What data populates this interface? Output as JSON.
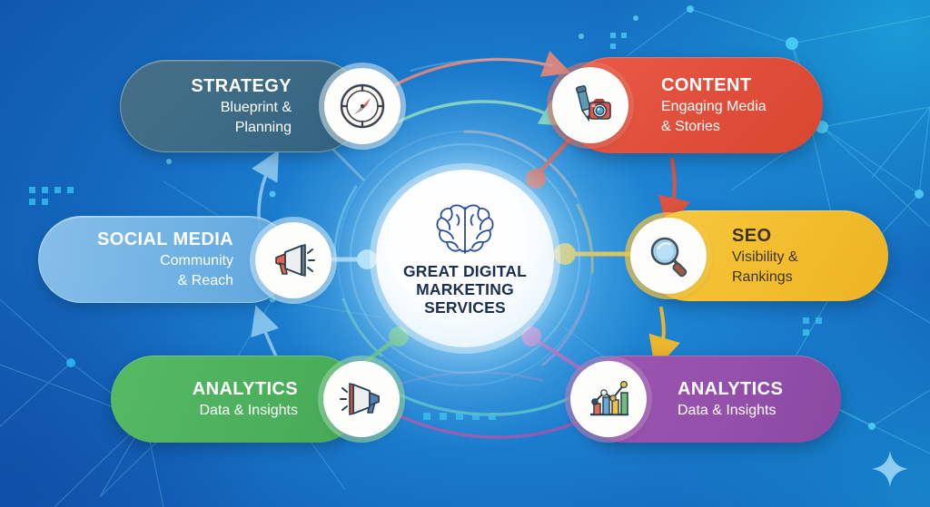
{
  "hub": {
    "title_lines": [
      "GREAT DIGITAL",
      "MARKETING",
      "SERVICES"
    ],
    "title": "GREAT DIGITAL MARKETING SERVICES",
    "icon": "brain-icon",
    "text_color": "#1a2f52"
  },
  "cards": [
    {
      "id": "strategy",
      "title": "STRATEGY",
      "subtitle_lines": [
        "Blueprint &",
        "Planning"
      ],
      "icon": "compass-icon",
      "color": "#3d6b86",
      "text_color": "#ffffff",
      "position": "top-left"
    },
    {
      "id": "content",
      "title": "CONTENT",
      "subtitle_lines": [
        "Engaging Media",
        "& Stories"
      ],
      "icon": "pen-camera-icon",
      "color": "#e04e3b",
      "text_color": "#ffffff",
      "position": "top-right"
    },
    {
      "id": "social-media",
      "title": "SOCIAL MEDIA",
      "subtitle_lines": [
        "Community",
        "& Reach"
      ],
      "icon": "megaphone-icon",
      "color": "#76b6e6",
      "text_color": "#ffffff",
      "position": "middle-left"
    },
    {
      "id": "seo",
      "title": "SEO",
      "subtitle_lines": [
        "Visibility &",
        "Rankings"
      ],
      "icon": "magnifier-icon",
      "color": "#f2bd2e",
      "text_color": "#3c3322",
      "position": "middle-right"
    },
    {
      "id": "analytics-left",
      "title": "ANALYTICS",
      "subtitle_lines": [
        "Data & Insights"
      ],
      "icon": "megaphone-icon",
      "color": "#4db05d",
      "text_color": "#ffffff",
      "position": "bottom-left"
    },
    {
      "id": "analytics-right",
      "title": "ANALYTICS",
      "subtitle_lines": [
        "Data & Insights"
      ],
      "icon": "bar-chart-icon",
      "color": "#9450ab",
      "text_color": "#ffffff",
      "position": "bottom-right"
    }
  ],
  "connector_dots": [
    {
      "name": "content-dot",
      "color": "#e0533f"
    },
    {
      "name": "seo-dot",
      "color": "#f3c233"
    },
    {
      "name": "analytics-right-dot",
      "color": "#c06fc0"
    },
    {
      "name": "analytics-left-dot",
      "color": "#5cb96a"
    },
    {
      "name": "social-dot",
      "color": "#a9dcf4"
    },
    {
      "name": "strategy-dot",
      "color": "#9fc6da"
    }
  ],
  "flow_arrows": [
    {
      "name": "strategy-to-content-arrow",
      "color": "#e07c6e"
    },
    {
      "name": "strategy-to-content-arrow-alt",
      "color": "#7ed0ba"
    },
    {
      "name": "content-to-seo-arrow",
      "color": "#e0533f"
    },
    {
      "name": "seo-to-analytics-arrow",
      "color": "#f0b72b"
    },
    {
      "name": "analytics-right-to-left-arrow",
      "color": "#9a59ae"
    },
    {
      "name": "analytics-left-to-right-arrow",
      "color": "#4fb9ad"
    },
    {
      "name": "social-to-strategy-arrow",
      "color": "#8cc8ef"
    },
    {
      "name": "analytics-to-social-arrow",
      "color": "#8cc8ef"
    }
  ],
  "background": {
    "base_color": "#1b7fcf",
    "accent_color": "#1ca5dc",
    "node_color": "#35c6f0",
    "sparkle": "sparkle-icon"
  }
}
